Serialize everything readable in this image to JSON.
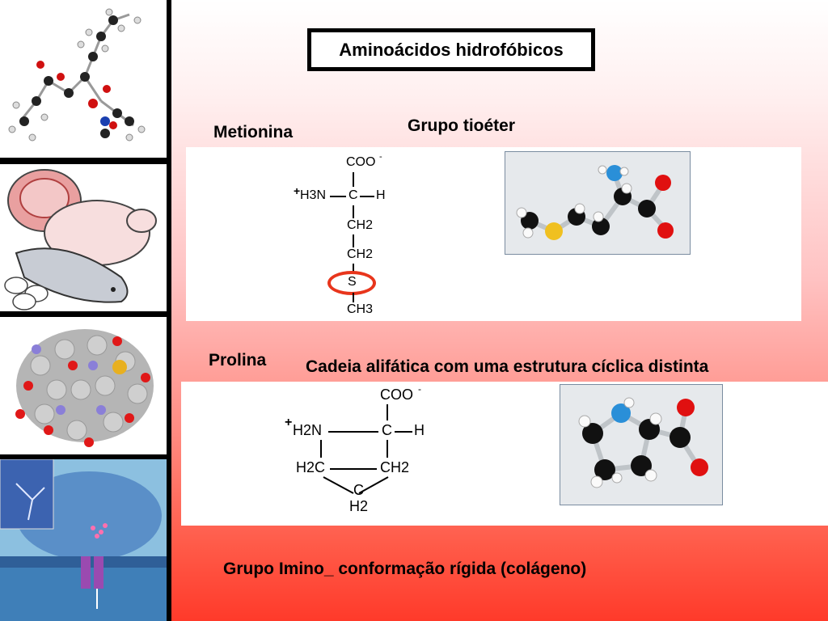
{
  "title": "Aminoácidos hidrofóbicos",
  "methionine": {
    "name": "Metionina",
    "group_label": "Grupo tioéter",
    "formula": {
      "coo": "COO",
      "coo_sup": "-",
      "h3n": "H3N",
      "plus": "+",
      "c": "C",
      "h": "H",
      "ch2a": "CH2",
      "ch2b": "CH2",
      "s": "S",
      "ch3": "CH3"
    }
  },
  "proline": {
    "name": "Prolina",
    "group_label": "Cadeia alifática com uma estrutura cíclica distinta",
    "formula": {
      "coo": "COO",
      "coo_sup": "-",
      "h2n": "H2N",
      "plus": "+",
      "c": "C",
      "h": "H",
      "h2c": "H2C",
      "ch2": "CH2",
      "bottom": "H2",
      "bottom_c": "C"
    }
  },
  "footer": "Grupo Imino_ conformação rígida (colágeno)",
  "colors": {
    "highlight_ring": "#e8351c",
    "sulfur": "#f0c020",
    "oxygen": "#e01010",
    "nitrogen": "#2a8fd8"
  }
}
